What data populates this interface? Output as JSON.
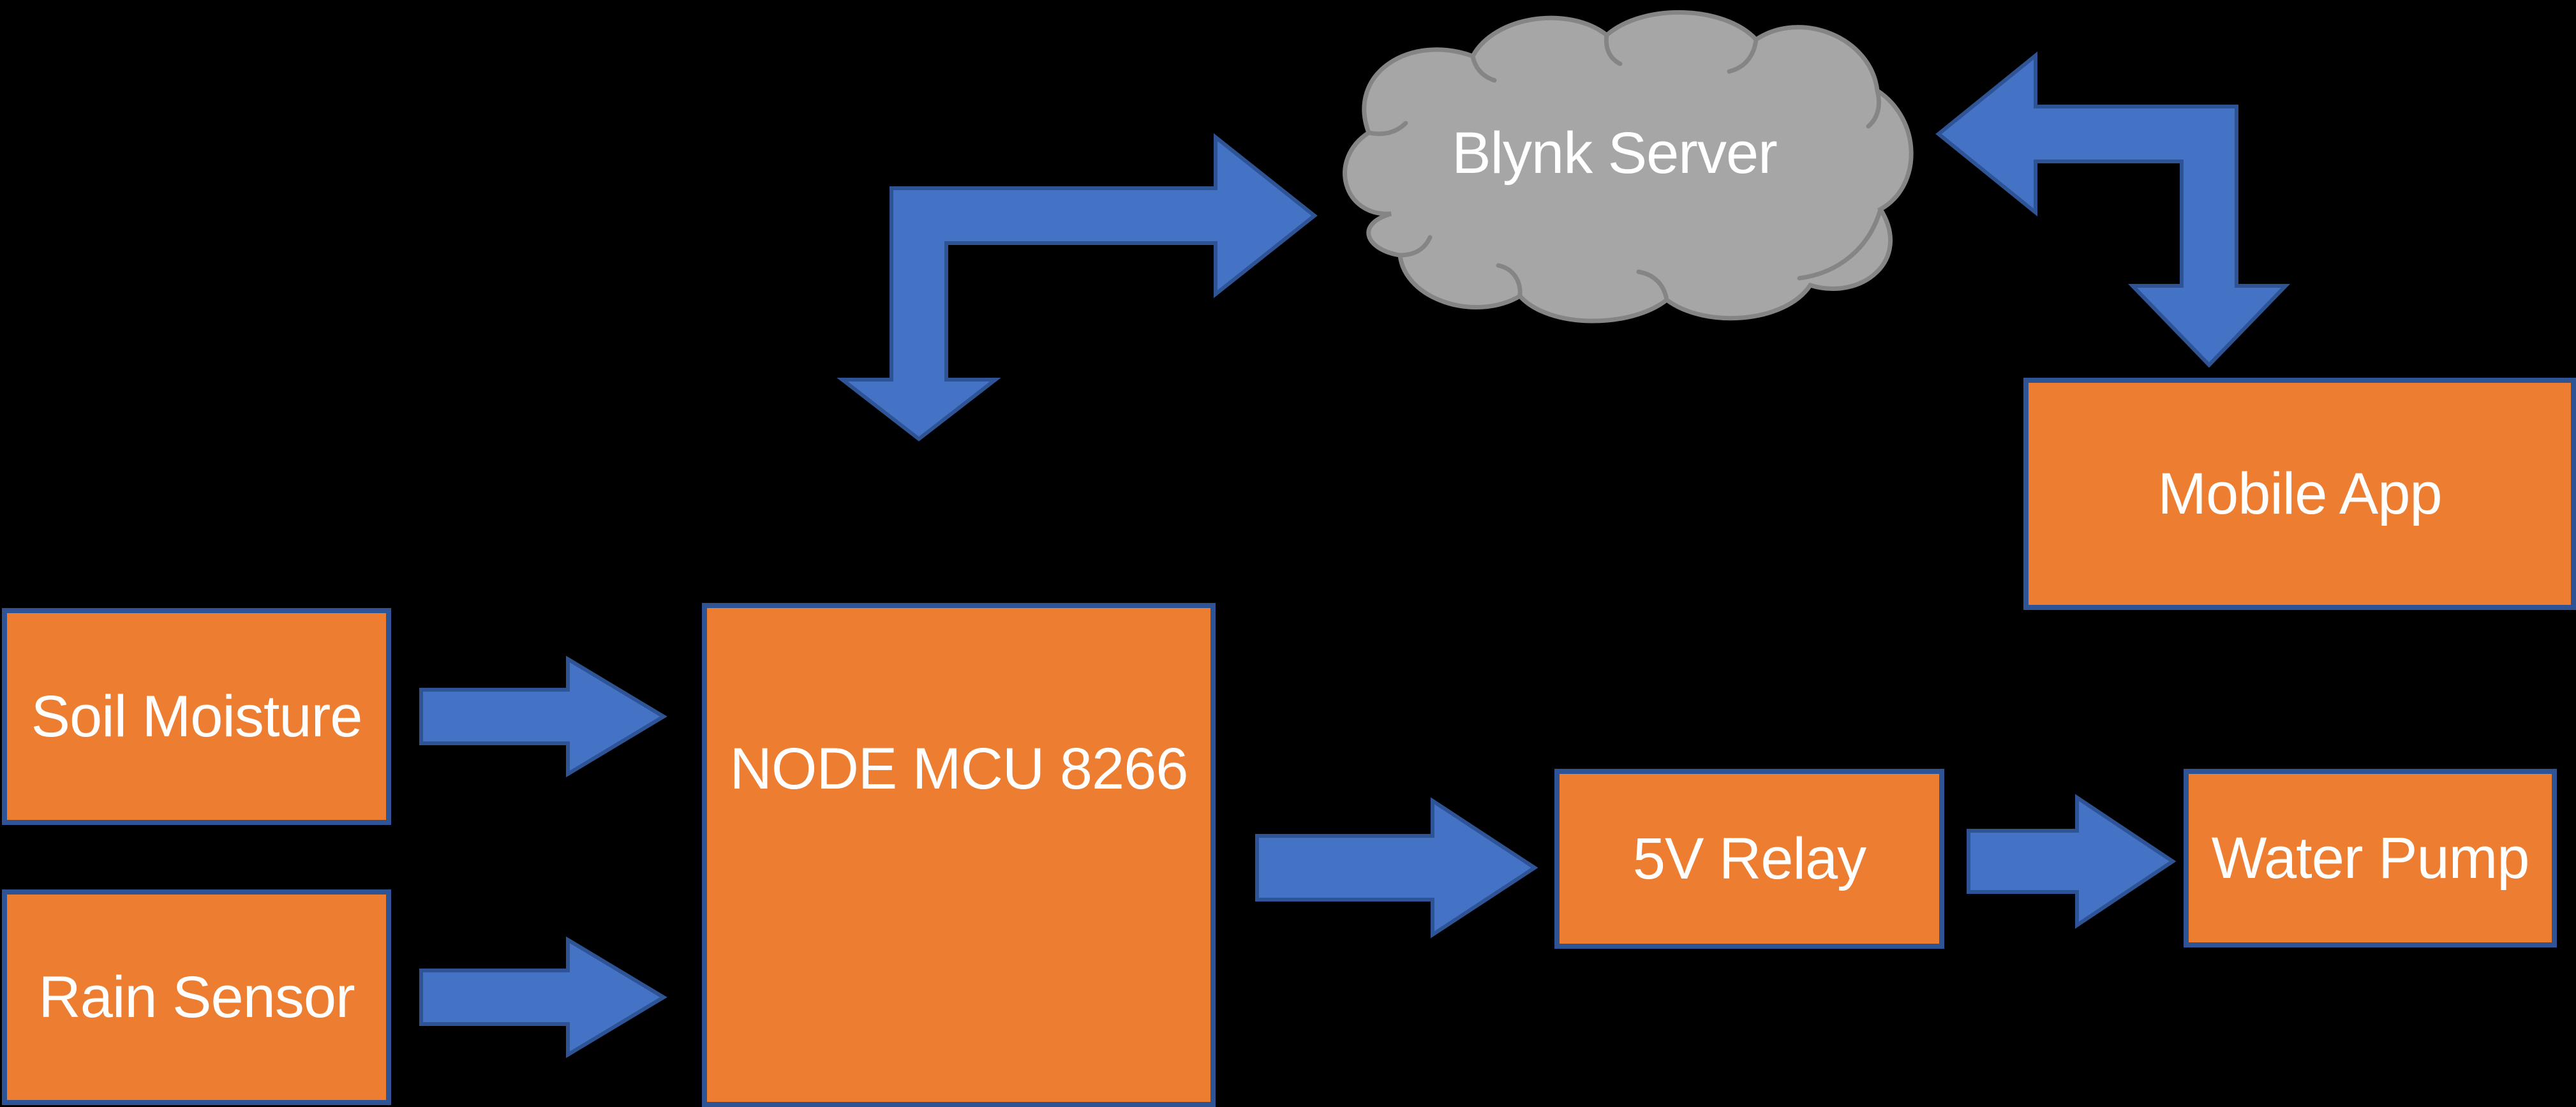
{
  "diagram": {
    "type": "block-diagram",
    "subject": "IoT irrigation system architecture",
    "colors": {
      "background": "#000000",
      "box_fill": "#ED7D31",
      "box_border": "#2F5496",
      "arrow_fill": "#4472C4",
      "arrow_border": "#2F5496",
      "cloud_fill": "#A6A6A6",
      "cloud_border": "#858585",
      "label_color": "#FFFFFF"
    },
    "nodes": {
      "blynk_server": {
        "label": "Blynk Server",
        "shape": "cloud"
      },
      "mobile_app": {
        "label": "Mobile App",
        "shape": "rectangle"
      },
      "soil_moisture": {
        "label": "Soil Moisture",
        "shape": "rectangle"
      },
      "rain_sensor": {
        "label": "Rain Sensor",
        "shape": "rectangle"
      },
      "node_mcu": {
        "label": "NODE MCU 8266",
        "shape": "rectangle"
      },
      "relay": {
        "label": "5V Relay",
        "shape": "rectangle"
      },
      "water_pump": {
        "label": "Water Pump",
        "shape": "rectangle"
      }
    },
    "connections": [
      {
        "from": "soil_moisture",
        "to": "node_mcu",
        "style": "straight-arrow"
      },
      {
        "from": "rain_sensor",
        "to": "node_mcu",
        "style": "straight-arrow"
      },
      {
        "from": "node_mcu",
        "to": "relay",
        "style": "straight-arrow"
      },
      {
        "from": "relay",
        "to": "water_pump",
        "style": "straight-arrow"
      },
      {
        "from": "node_mcu",
        "to": "blynk_server",
        "style": "bent-double-arrow"
      },
      {
        "from": "blynk_server",
        "to": "mobile_app",
        "style": "bent-double-arrow"
      }
    ]
  }
}
